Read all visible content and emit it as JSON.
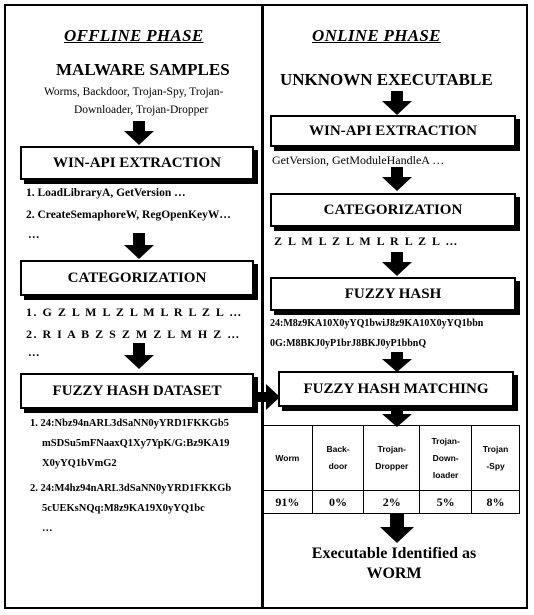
{
  "offline": {
    "phase_title": "OFFLINE PHASE",
    "samples_title": "MALWARE SAMPLES",
    "samples_line1": "Worms, Backdoor, Trojan-Spy, Trojan-",
    "samples_line2": "Downloader, Trojan-Dropper",
    "winapi_box": "WIN-API EXTRACTION",
    "winapi_line1": "1. LoadLibraryA, GetVersion …",
    "winapi_line2": "2. CreateSemaphoreW, RegOpenKeyW…",
    "winapi_line3": "…",
    "cat_box": "CATEGORIZATION",
    "cat_line1": "1. G Z L M L Z L M L R L Z L …",
    "cat_line2": "2. R I A B Z S Z M Z L M H Z …",
    "cat_line3": "…",
    "dataset_box": "FUZZY HASH DATASET",
    "hash_line1": "1.  24:Nbz94nARL3dSaNN0yYRD1FKKGb5",
    "hash_line2": "mSDSu5mFNaaxQ1Xy7YpK/G:Bz9KA19",
    "hash_line3": "X0yYQ1bVmG2",
    "hash_line4": "2.  24:M4hz94nARL3dSaNN0yYRD1FKKGb",
    "hash_line5": "5cUEKsNQq:M8z9KA19X0yYQ1bc",
    "hash_line6": "…"
  },
  "online": {
    "phase_title": "ONLINE PHASE",
    "exe_title": "UNKNOWN EXECUTABLE",
    "winapi_box": "WIN-API EXTRACTION",
    "winapi_line": "GetVersion, GetModuleHandleA …",
    "cat_box": "CATEGORIZATION",
    "cat_line": "Z L M L Z L M L R L Z L …",
    "fuzzy_box": "FUZZY HASH",
    "fuzzy_line1": "24:M8z9KA10X0yYQ1bwiJ8z9KA10X0yYQ1bbn",
    "fuzzy_line2": "0G:M8BKJ0yP1brJ8BKJ0yP1bbnQ",
    "matching_box": "FUZZY HASH MATCHING",
    "results": {
      "headers": [
        [
          "Worm"
        ],
        [
          "Back-",
          "door"
        ],
        [
          "Trojan-",
          "Dropper"
        ],
        [
          "Trojan-",
          "Down-",
          "loader"
        ],
        [
          "Trojan",
          "-Spy"
        ]
      ],
      "values": [
        "91%",
        "0%",
        "2%",
        "5%",
        "8%"
      ]
    },
    "final_line1": "Executable Identified as",
    "final_line2": "WORM"
  }
}
